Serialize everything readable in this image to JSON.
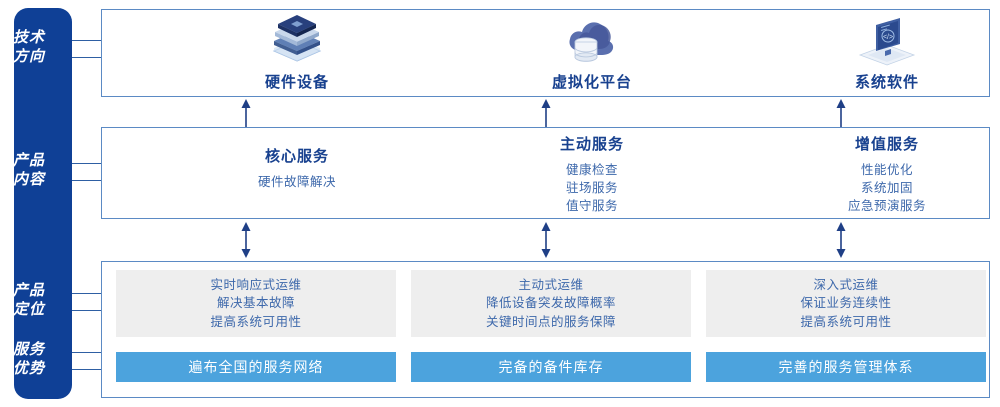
{
  "colors": {
    "rail_blue": "#0f4096",
    "box_border": "#5b8ac4",
    "title_blue": "#18418f",
    "body_blue": "#3d68ab",
    "grey_card": "#eeeeee",
    "bar_blue": "#4ca3dd",
    "arrow_navy": "#1f3f86"
  },
  "rail": {
    "labels": [
      {
        "name": "tech-direction",
        "line1": "技术",
        "line2": "方向"
      },
      {
        "name": "product-content",
        "line1": "产品",
        "line2": "内容"
      },
      {
        "name": "product-position",
        "line1": "产品",
        "line2": "定位"
      },
      {
        "name": "service-advantage",
        "line1": "服务",
        "line2": "优势"
      }
    ]
  },
  "tech_direction": {
    "columns": [
      {
        "icon": "server-stack-icon",
        "title": "硬件设备"
      },
      {
        "icon": "cloud-database-icon",
        "title": "虚拟化平台"
      },
      {
        "icon": "monitor-code-icon",
        "title": "系统软件"
      }
    ]
  },
  "product_content": {
    "columns": [
      {
        "title": "核心服务",
        "items": [
          "硬件故障解决"
        ]
      },
      {
        "title": "主动服务",
        "items": [
          "健康检查",
          "驻场服务",
          "值守服务"
        ]
      },
      {
        "title": "增值服务",
        "items": [
          "性能优化",
          "系统加固",
          "应急预演服务"
        ]
      }
    ]
  },
  "product_position": {
    "cards": [
      {
        "lines": [
          "实时响应式运维",
          "解决基本故障",
          "提高系统可用性"
        ]
      },
      {
        "lines": [
          "主动式运维",
          "降低设备突发故障概率",
          "关键时间点的服务保障"
        ]
      },
      {
        "lines": [
          "深入式运维",
          "保证业务连续性",
          "提高系统可用性"
        ]
      }
    ]
  },
  "service_advantage": {
    "bars": [
      {
        "label": "遍布全国的服务网络"
      },
      {
        "label": "完备的备件库存"
      },
      {
        "label": "完善的服务管理体系"
      }
    ]
  },
  "arrows": {
    "up_single": "arrow-up-icon",
    "double_vertical": "arrow-up-down-icon"
  }
}
